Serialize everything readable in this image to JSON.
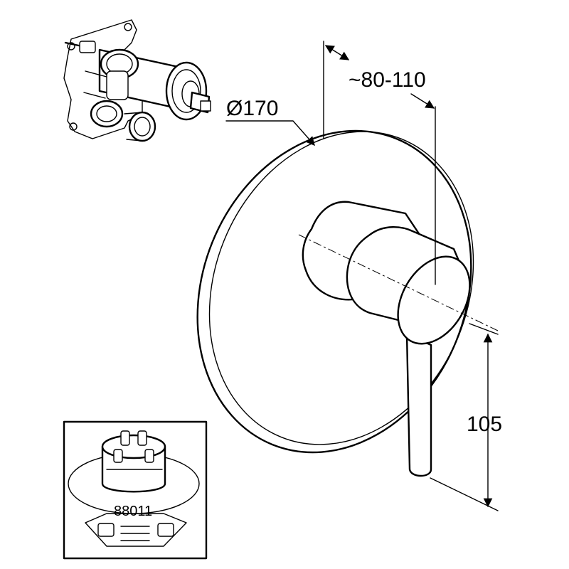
{
  "dimensions": {
    "diameter": "Ø170",
    "projection": "~80-110",
    "lever_offset": "105"
  },
  "inset": {
    "part_number": "88011"
  },
  "colors": {
    "line": "#000000",
    "background": "#ffffff"
  }
}
